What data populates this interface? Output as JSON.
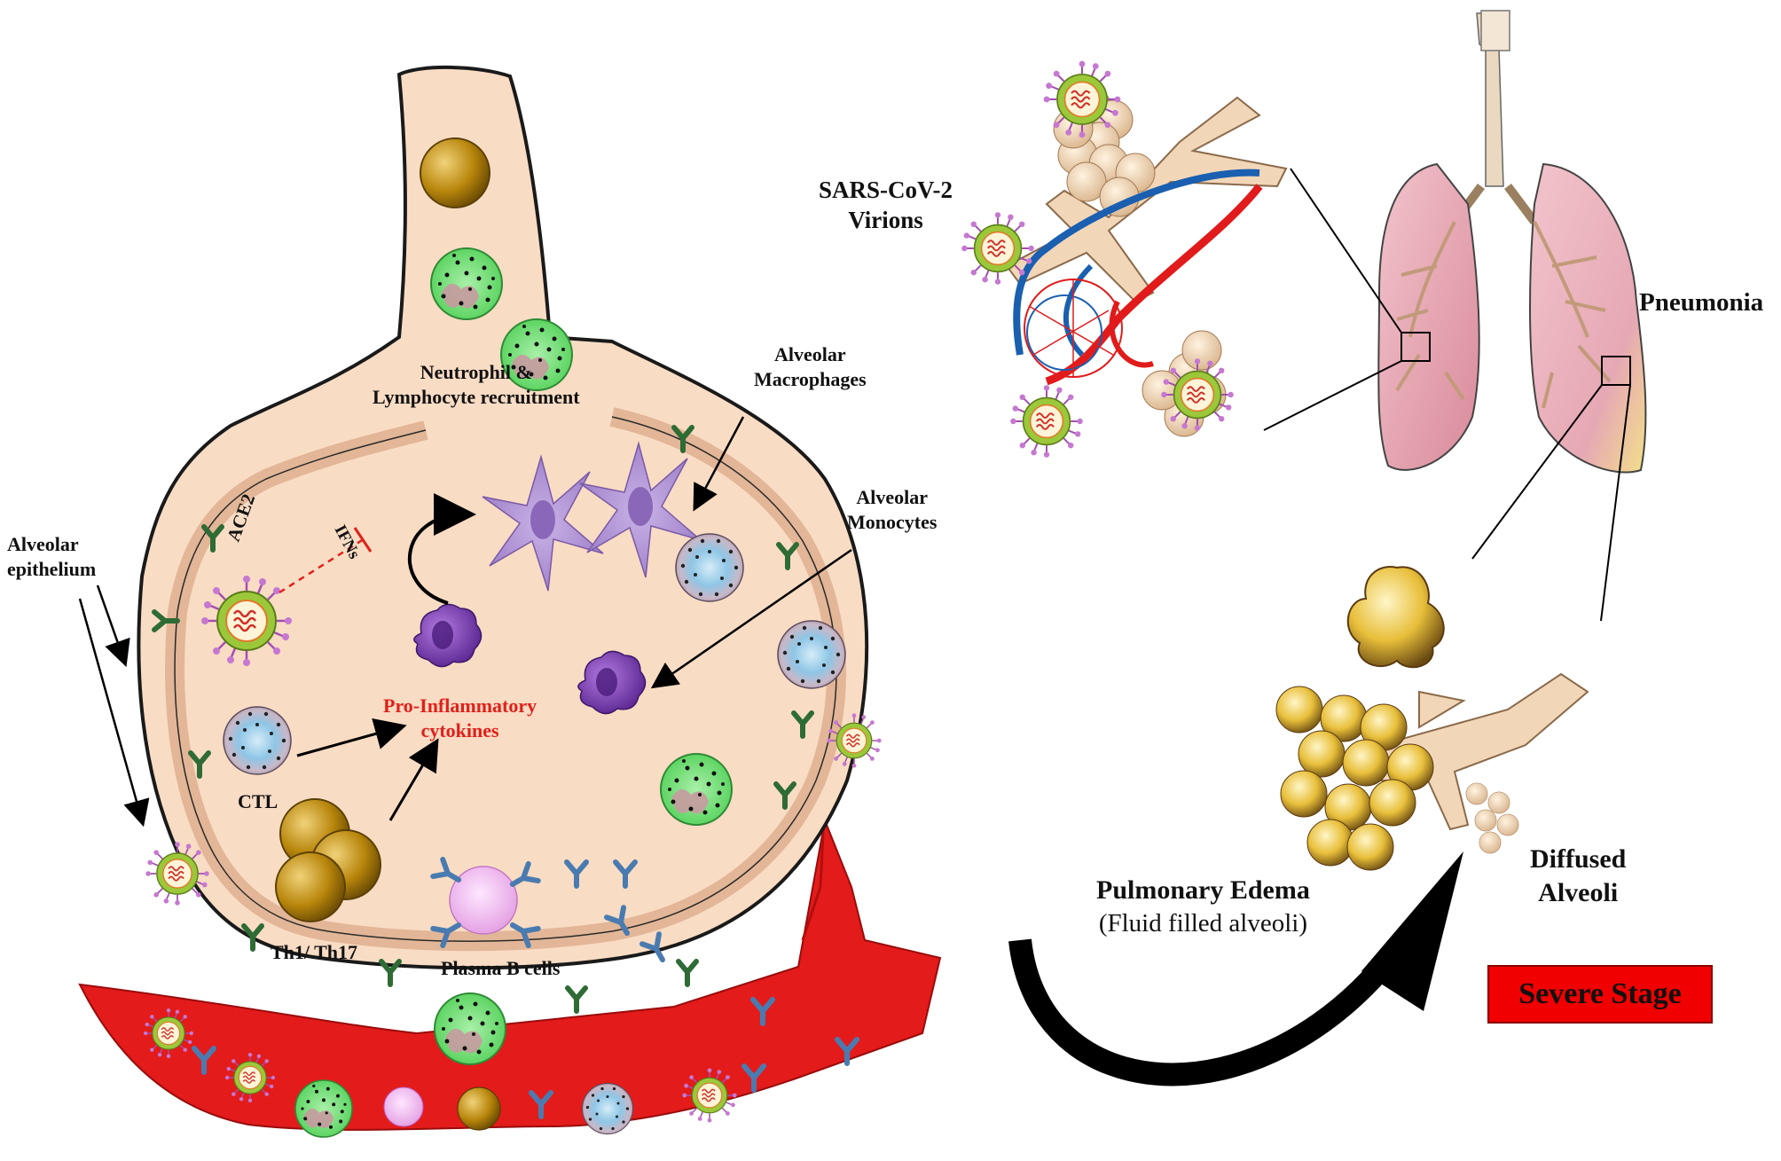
{
  "labels": {
    "neutrophil_recruitment_1": "Neutrophil &",
    "neutrophil_recruitment_2": "Lymphocyte recruitment",
    "alveolar_macrophages_1": "Alveolar",
    "alveolar_macrophages_2": "Macrophages",
    "alveolar_monocytes_1": "Alveolar",
    "alveolar_monocytes_2": "Monocytes",
    "alveolar_epithelium_1": "Alveolar",
    "alveolar_epithelium_2": "epithelium",
    "ace2": "ACE2",
    "ifns": "IFNs",
    "pro_inflammatory_1": "Pro-Inflammatory",
    "pro_inflammatory_2": "cytokines",
    "ctl": "CTL",
    "th1_th17": "Th1/ Th17",
    "plasma_b_cells": "Plasma B cells",
    "sars_cov2_1": "SARS-CoV-2",
    "sars_cov2_2": "Virions",
    "pneumonia": "Pneumonia",
    "pulmonary_edema": "Pulmonary Edema",
    "fluid_filled": "(Fluid filled alveoli)",
    "diffused_1": "Diffused",
    "diffused_2": "Alveoli",
    "severe_stage": "Severe Stage"
  },
  "colors": {
    "alveolus_fill": "#f9dcc4",
    "alveolus_outline": "#1a1a1a",
    "blood_vessel": "#e31b1b",
    "macrophage": "#a98bd0",
    "monocyte": "#7a3fb0",
    "neutrophil": "#7be07b",
    "lymphocyte_gold": "#b8860b",
    "antibody": "#4a7bb0",
    "ace2_receptor": "#2e6b35",
    "lung_pink": "#e8a7b4",
    "lung_yellow": "#f3e3a1",
    "severe_box": "#f00000",
    "cytokine_text": "#e0201a"
  },
  "icons": [
    "virion-icon",
    "macrophage-icon",
    "monocyte-icon",
    "neutrophil-icon",
    "ctl-icon",
    "plasma-b-cell-icon",
    "antibody-icon",
    "ace2-receptor-icon",
    "lungs-icon",
    "bronchiole-icon",
    "blood-vessel-icon",
    "curved-arrow-icon"
  ]
}
